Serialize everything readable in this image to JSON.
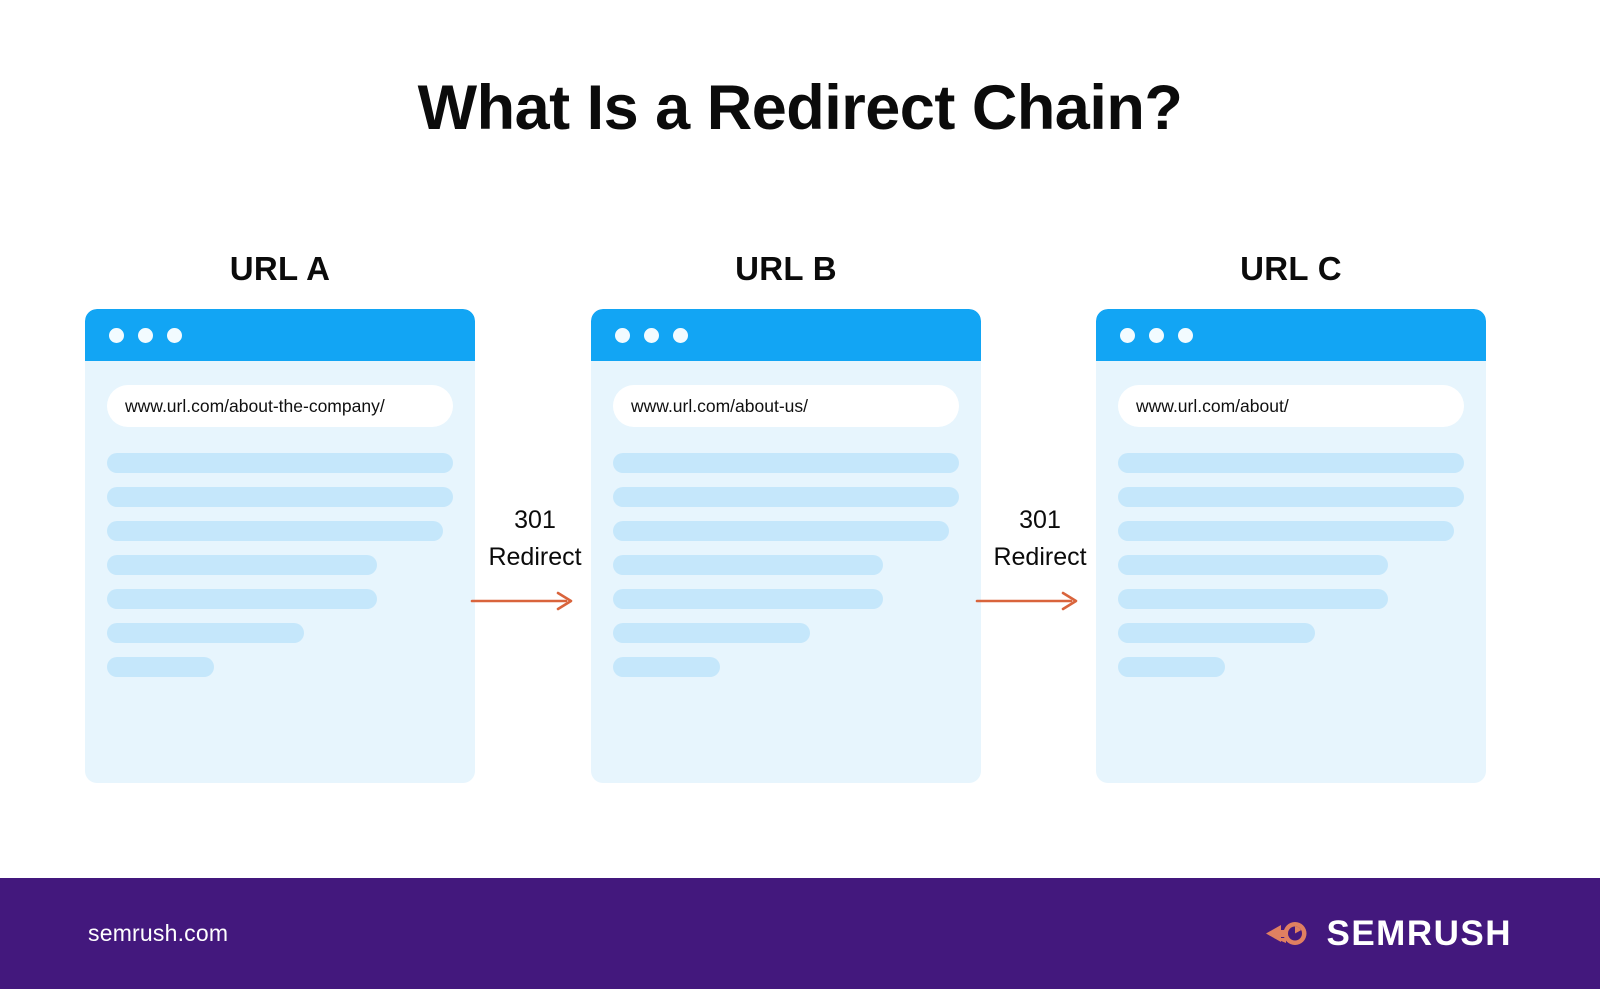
{
  "title": "What Is a Redirect Chain?",
  "colors": {
    "accent_blue": "#12a5f4",
    "card_bg": "#e7f5fd",
    "skeleton": "#c5e7fb",
    "arrow_orange": "#d9643c",
    "footer_purple": "#43187d",
    "logo_orange": "#e08061"
  },
  "cards": [
    {
      "label": "URL A",
      "url": "www.url.com/about-the-company/",
      "skeleton_widths": [
        100,
        100,
        97,
        78,
        78,
        57,
        31
      ]
    },
    {
      "label": "URL B",
      "url": "www.url.com/about-us/",
      "skeleton_widths": [
        100,
        100,
        97,
        78,
        78,
        57,
        31
      ]
    },
    {
      "label": "URL C",
      "url": "www.url.com/about/",
      "skeleton_widths": [
        100,
        100,
        97,
        78,
        78,
        57,
        31
      ]
    }
  ],
  "connectors": [
    {
      "code": "301",
      "action": "Redirect"
    },
    {
      "code": "301",
      "action": "Redirect"
    }
  ],
  "footer": {
    "site": "semrush.com",
    "brand": "SEMRUSH"
  }
}
